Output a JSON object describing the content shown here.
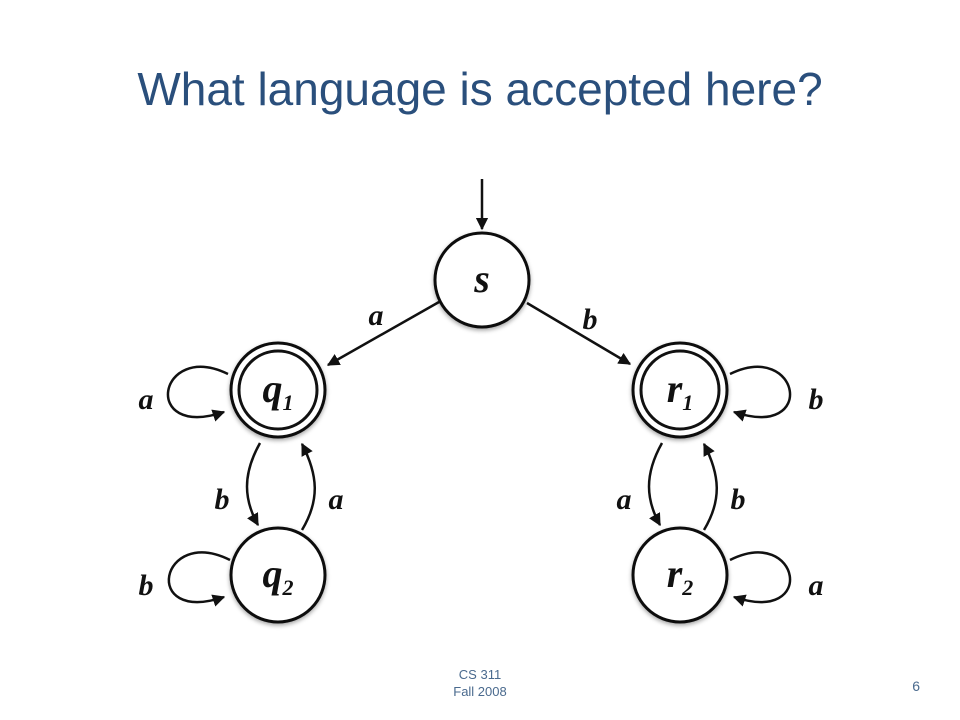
{
  "slide": {
    "title": "What language is accepted here?"
  },
  "diagram": {
    "states": [
      {
        "id": "s",
        "label": "s",
        "sub": "",
        "accepting": false,
        "start": true
      },
      {
        "id": "q1",
        "label": "q",
        "sub": "1",
        "accepting": true,
        "start": false
      },
      {
        "id": "q2",
        "label": "q",
        "sub": "2",
        "accepting": false,
        "start": false
      },
      {
        "id": "r1",
        "label": "r",
        "sub": "1",
        "accepting": true,
        "start": false
      },
      {
        "id": "r2",
        "label": "r",
        "sub": "2",
        "accepting": false,
        "start": false
      }
    ],
    "transitions": [
      {
        "from": "s",
        "to": "q1",
        "symbol": "a"
      },
      {
        "from": "s",
        "to": "r1",
        "symbol": "b"
      },
      {
        "from": "q1",
        "to": "q1",
        "symbol": "a"
      },
      {
        "from": "q1",
        "to": "q2",
        "symbol": "b"
      },
      {
        "from": "q2",
        "to": "q1",
        "symbol": "a"
      },
      {
        "from": "q2",
        "to": "q2",
        "symbol": "b"
      },
      {
        "from": "r1",
        "to": "r1",
        "symbol": "b"
      },
      {
        "from": "r1",
        "to": "r2",
        "symbol": "a"
      },
      {
        "from": "r2",
        "to": "r1",
        "symbol": "b"
      },
      {
        "from": "r2",
        "to": "r2",
        "symbol": "a"
      }
    ]
  },
  "footer": {
    "course": "CS 311",
    "term": "Fall 2008",
    "page": "6"
  }
}
